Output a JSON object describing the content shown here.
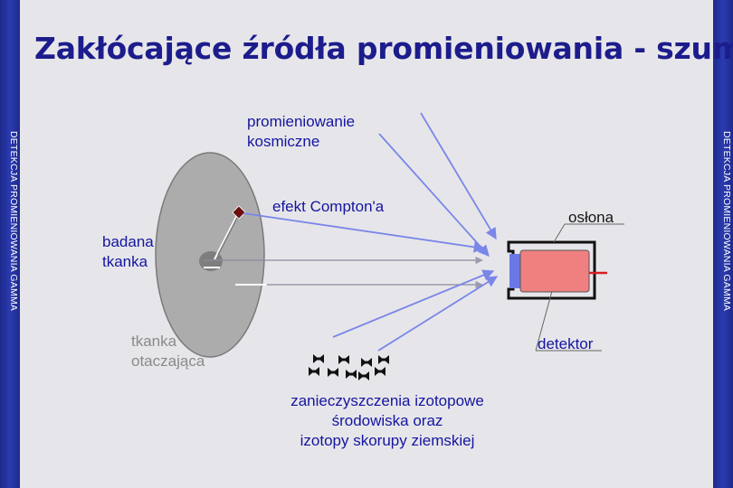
{
  "title": "Zakłócające źródła promieniowania - szum",
  "side_label": "DETEKCJA PROMIENIOWANIA GAMMA",
  "labels": {
    "cosmic_line1": "promieniowanie",
    "cosmic_line2": "kosmiczne",
    "compton": "efekt Compton'a",
    "shield": "osłona",
    "tissue_line1": "badana",
    "tissue_line2": "tkanka",
    "surround_line1": "tkanka",
    "surround_line2": "otaczająca",
    "detector": "detektor",
    "contam_line1": "zanieczyszczenia izotopowe",
    "contam_line2": "środowiska oraz",
    "contam_line3": "izotopy skorupy ziemskiej"
  },
  "colors": {
    "title": "#1C1C8C",
    "side_bar": "#2B3BB0",
    "label_blue": "#1515A0",
    "label_gray": "#8A8A8A",
    "arrow": "#7A86E8",
    "detector_body": "#F08080",
    "detector_window": "#6A78E6",
    "detector_output": "#D81E1E",
    "compton_marker": "#6B0F0F"
  }
}
